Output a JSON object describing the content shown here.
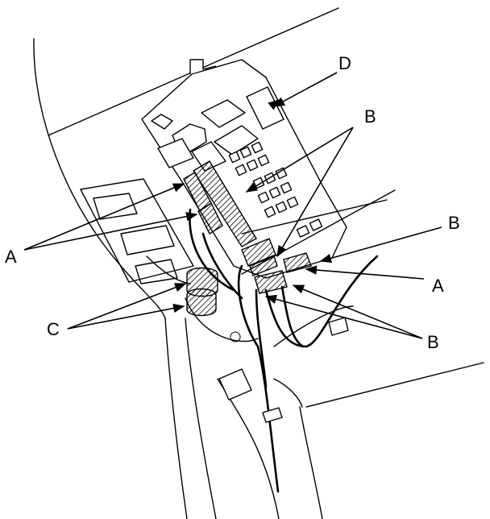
{
  "callouts": {
    "a_left": "A",
    "a_right": "A",
    "b_top": "B",
    "b_mid": "B",
    "b_bottom": "B",
    "c_left": "C",
    "d_top": "D"
  }
}
